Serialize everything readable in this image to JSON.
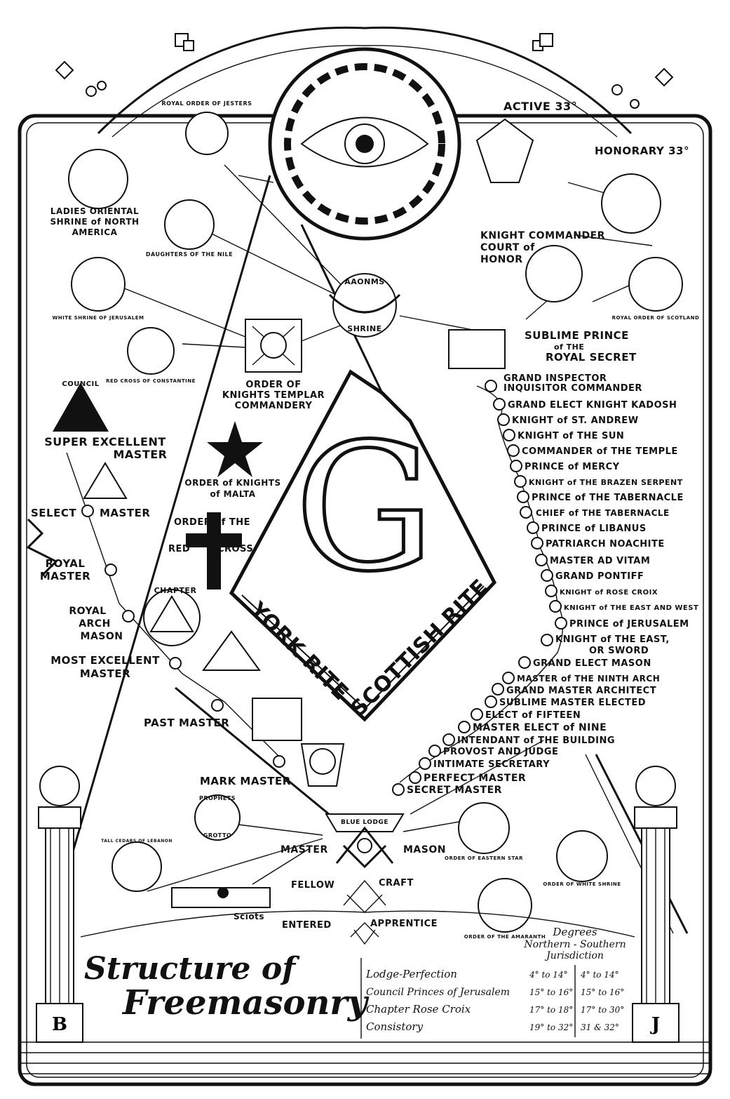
{
  "title": {
    "line1": "Structure of",
    "line2": "Freemasonry"
  },
  "pillar_letters": {
    "left": "B",
    "right": "J"
  },
  "center": {
    "letter": "G",
    "york": "YORK RITE",
    "scottish": "SCOTTISH RITE"
  },
  "top_labels": {
    "active_33": "ACTIVE 33°",
    "honorary_33": "HONORARY 33°",
    "kcch_1": "KNIGHT COMMANDER",
    "kcch_2": "COURT of",
    "kcch_3": "HONOR",
    "royal_order_jesters": "ROYAL ORDER OF JESTERS",
    "daughters_nile": "DAUGHTERS OF THE NILE",
    "ladies_1": "LADIES ORIENTAL",
    "ladies_2": "SHRINE of NORTH",
    "ladies_3": "AMERICA",
    "white_shrine": "WHITE SHRINE OF JERUSALEM",
    "royal_order_scotland": "ROYAL ORDER OF SCOTLAND",
    "red_cross_constantine": "RED CROSS OF CONSTANTINE",
    "shrine_top": "AAONMS",
    "shrine_bottom": "SHRINE",
    "sublime_1": "SUBLIME PRINCE",
    "sublime_2": "of THE",
    "sublime_3": "ROYAL SECRET"
  },
  "york_labels": {
    "council": "COUNCIL",
    "templar_1": "ORDER OF",
    "templar_2": "KNIGHTS TEMPLAR",
    "templar_3": "COMMANDERY",
    "malta_1": "ORDER of KNIGHTS",
    "malta_2": "of MALTA",
    "super_1": "SUPER EXCELLENT",
    "super_2": "MASTER",
    "select_a": "SELECT",
    "select_b": "MASTER",
    "red_cross_a": "ORDER of THE",
    "red_cross_b": "RED",
    "red_cross_c": "CROSS",
    "royal_master_1": "ROYAL",
    "royal_master_2": "MASTER",
    "chapter": "CHAPTER",
    "ram_1": "ROYAL",
    "ram_2": "ARCH",
    "ram_3": "MASON",
    "mem_1": "MOST EXCELLENT",
    "mem_2": "MASTER",
    "past_master": "PAST MASTER",
    "mark_master": "MARK MASTER"
  },
  "scottish_degrees": [
    {
      "label": "GRAND INSPECTOR"
    },
    {
      "label": "INQUISITOR COMMANDER"
    },
    {
      "label": "GRAND ELECT KNIGHT KADOSH"
    },
    {
      "label": "KNIGHT of ST. ANDREW"
    },
    {
      "label": "KNIGHT of THE SUN"
    },
    {
      "label": "COMMANDER of THE TEMPLE"
    },
    {
      "label": "PRINCE of MERCY"
    },
    {
      "label": "KNIGHT of THE BRAZEN SERPENT"
    },
    {
      "label": "PRINCE of THE TABERNACLE"
    },
    {
      "label": "CHIEF of THE TABERNACLE"
    },
    {
      "label": "PRINCE of LIBANUS"
    },
    {
      "label": "PATRIARCH NOACHITE"
    },
    {
      "label": "MASTER AD VITAM"
    },
    {
      "label": "GRAND PONTIFF"
    },
    {
      "label": "KNIGHT of ROSE CROIX"
    },
    {
      "label": "KNIGHT of THE EAST AND WEST"
    },
    {
      "label": "PRINCE of JERUSALEM"
    },
    {
      "label": "KNIGHT of THE EAST,"
    },
    {
      "label": "OR SWORD"
    },
    {
      "label": "GRAND ELECT MASON"
    },
    {
      "label": "MASTER of THE NINTH ARCH"
    },
    {
      "label": "GRAND MASTER ARCHITECT"
    },
    {
      "label": "SUBLIME MASTER ELECTED"
    },
    {
      "label": "ELECT of FIFTEEN"
    },
    {
      "label": "MASTER ELECT of NINE"
    },
    {
      "label": "INTENDANT of THE BUILDING"
    },
    {
      "label": "PROVOST AND JUDGE"
    },
    {
      "label": "INTIMATE SECRETARY"
    },
    {
      "label": "PERFECT MASTER"
    },
    {
      "label": "SECRET MASTER"
    }
  ],
  "blue_lodge": {
    "badge": "BLUE LODGE",
    "master_left": "MASTER",
    "master_right": "MASON",
    "fellow": "FELLOW",
    "craft": "CRAFT",
    "entered": "ENTERED",
    "apprentice": "APPRENTICE"
  },
  "bottom_labels": {
    "grotto_top": "PROPHETS",
    "grotto_bottom": "GROTTO",
    "tall_cedars": "TALL CEDARS OF LEBANON",
    "sciots": "Sciots",
    "eastern_star": "ORDER OF EASTERN STAR",
    "white_shrine_b": "ORDER OF WHITE SHRINE",
    "amaranth": "ORDER OF THE AMARANTH"
  },
  "table": {
    "head_1": "Degrees",
    "head_2": "Northern - Southern",
    "head_3": "Jurisdiction",
    "rows": [
      {
        "name": "Lodge-Perfection",
        "north": "4° to 14°",
        "south": "4° to 14°"
      },
      {
        "name": "Council Princes of Jerusalem",
        "north": "15° to 16°",
        "south": "15° to 16°"
      },
      {
        "name": "Chapter Rose Croix",
        "north": "17° to 18°",
        "south": "17° to 30°"
      },
      {
        "name": "Consistory",
        "north": "19° to 32°",
        "south": "31 & 32°"
      }
    ]
  }
}
